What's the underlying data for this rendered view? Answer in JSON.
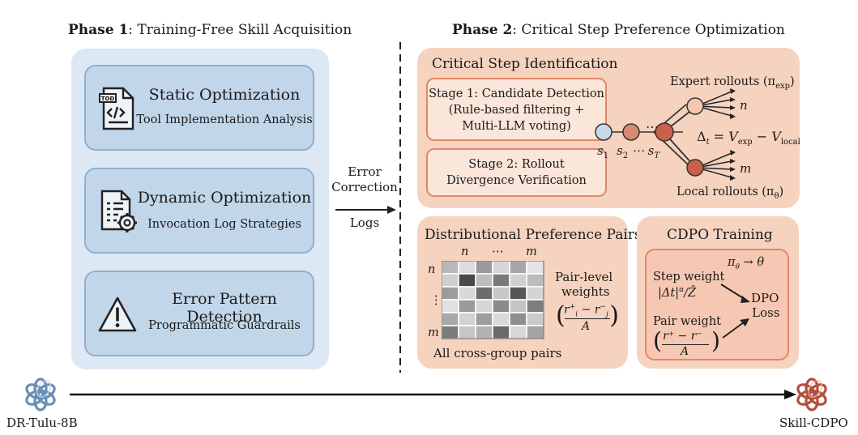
{
  "phase1": {
    "bold": "Phase 1",
    "rest": ": Training-Free Skill Acquisition",
    "cards": [
      {
        "title": "Static Optimization",
        "subtitle": "Tool Implementation Analysis",
        "icon": "code-file-icon"
      },
      {
        "title": "Dynamic Optimization",
        "subtitle": "Invocation Log Strategies",
        "icon": "log-gear-icon"
      },
      {
        "title": "Error Pattern Detection",
        "subtitle": "Programmatic Guardrails",
        "icon": "warning-icon"
      }
    ]
  },
  "phase2": {
    "bold": "Phase 2",
    "rest": ": Critical Step Preference Optimization"
  },
  "middle": {
    "line1": "Error",
    "line2": "Correction",
    "line3": "Logs"
  },
  "csi": {
    "title": "Critical Step Identification",
    "stage1": [
      "Stage 1: Candidate Detection",
      "(Rule-based filtering +",
      "Multi-LLM voting)"
    ],
    "stage2": [
      "Stage 2: Rollout",
      "Divergence Verification"
    ],
    "expert_label": "Expert rollouts (π",
    "expert_sub": "exp",
    "local_label": "Local rollouts (π",
    "local_sub": "θ",
    "n": "n",
    "m": "m",
    "delta": "Δ",
    "delta_sub": "t",
    "delta_eq": " = V",
    "v_exp": "exp",
    "minus": " − V",
    "v_local": "local",
    "s1": "s",
    "s1_sub": "1",
    "s2": "s",
    "s2_sub": "2",
    "dots": "⋯ s",
    "sT_sub": "T",
    "chain_dots": "⋯"
  },
  "dpp": {
    "title": "Distributional Preference Pairs",
    "col_n": "n",
    "col_dots": "⋯",
    "col_m": "m",
    "row_n": "n",
    "row_dots": "⋮",
    "row_m": "m",
    "pair_level": "Pair-level",
    "weights": "weights",
    "frac_top": "r",
    "frac_bottom": "A",
    "footer": "All cross-group pairs"
  },
  "cdpo": {
    "title": "CDPO Training",
    "policy": "π",
    "policy_sub": "θ",
    "policy_rest": " → θ",
    "step_weight": "Step weight",
    "step_formula": "|Δt|",
    "step_alpha": "α",
    "step_rest": "/Ẑ",
    "dpo": "DPO",
    "loss": "Loss",
    "pair_weight": "Pair weight",
    "pair_top": "r⁺ − r⁻",
    "pair_bottom": "A"
  },
  "timeline": {
    "start_label": "DR-Tulu-8B",
    "end_label": "Skill-CDPO"
  },
  "colors": {
    "blue_panel": "#dce8f3",
    "blue_card": "#c2d6ea",
    "peach_panel": "#f5d3bf",
    "accent": "#df8866",
    "node_blue": "#c9d9ea",
    "node_peach": "#f6c6ae",
    "node_red": "#c8614a"
  }
}
